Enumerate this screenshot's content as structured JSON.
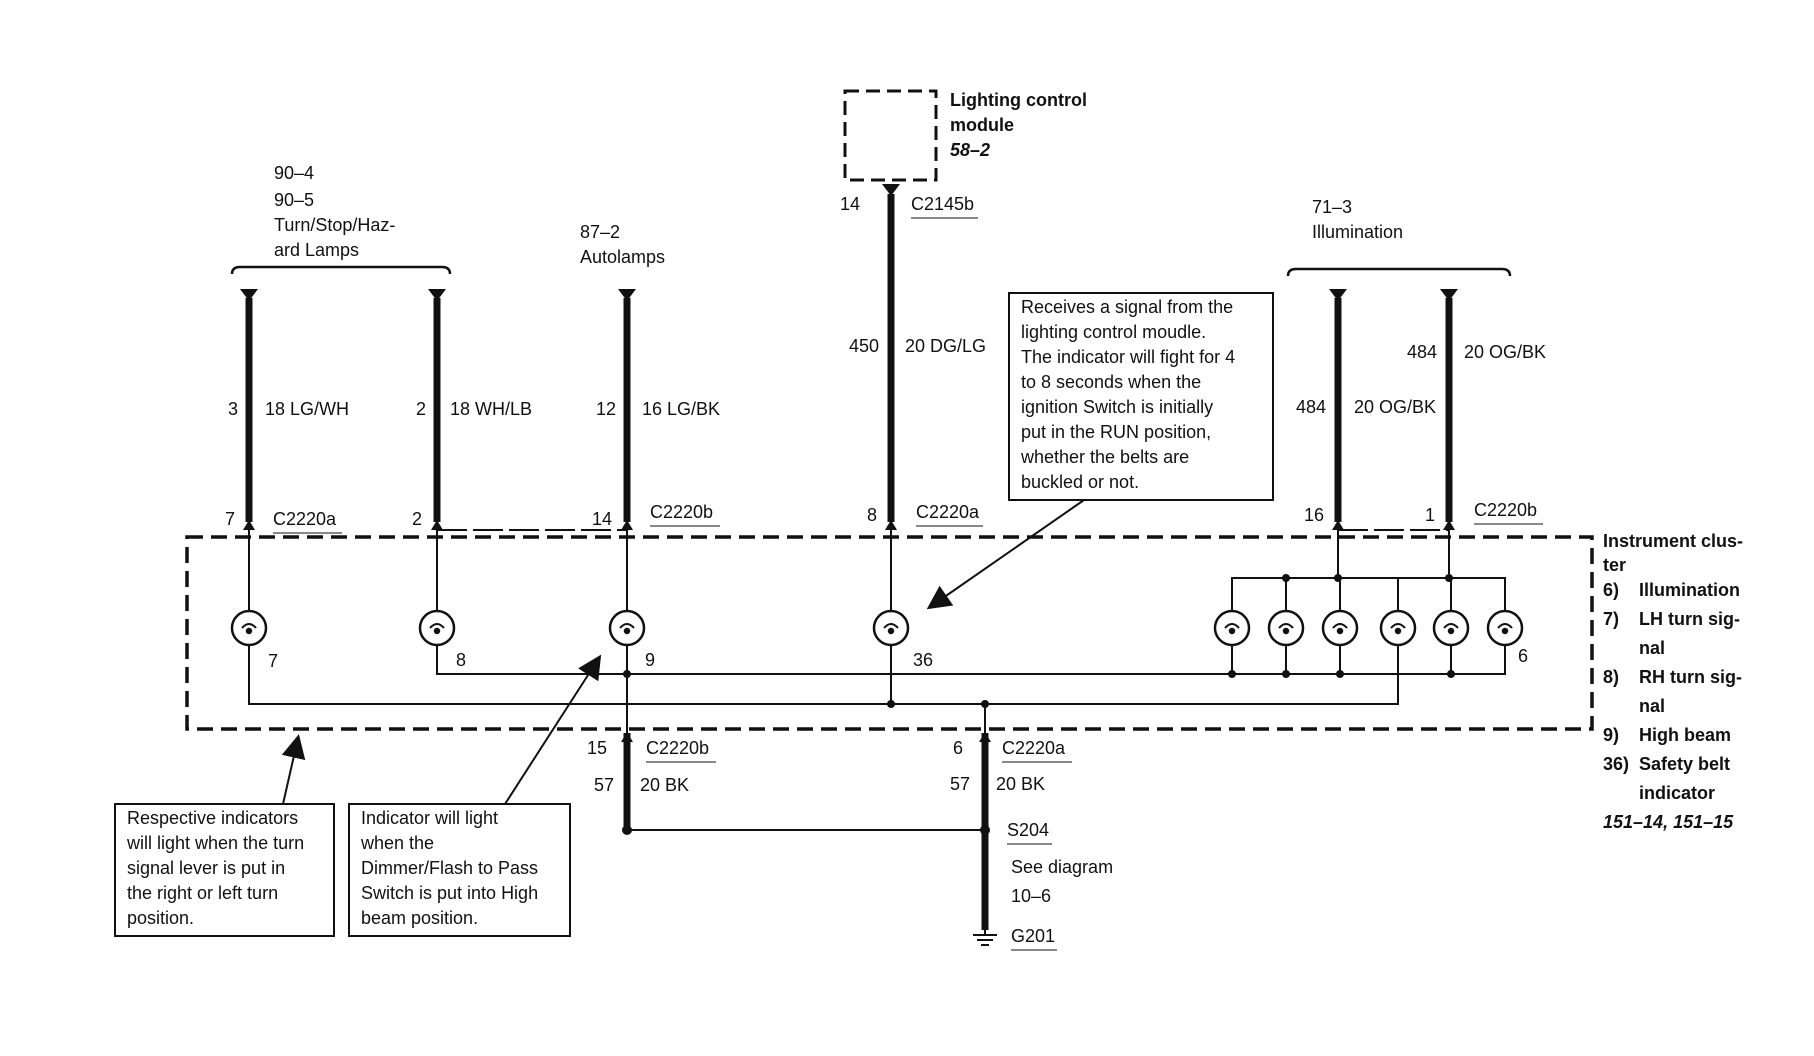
{
  "top_groups": {
    "turn_lamps": {
      "ref1": "90–4",
      "ref2": "90–5",
      "line1": "Turn/Stop/Haz-",
      "line2": "ard Lamps"
    },
    "autolamps": {
      "ref": "87–2",
      "label": "Autolamps"
    },
    "illumination": {
      "ref": "71–3",
      "label": "Illumination"
    }
  },
  "lighting_module": {
    "line1": "Lighting control",
    "line2": "module",
    "ref": "58–2"
  },
  "wires": [
    {
      "circuit": "3",
      "spec": "18 LG/WH",
      "pin": "7",
      "connector": "C2220a"
    },
    {
      "circuit": "2",
      "spec": "18 WH/LB",
      "pin": "2",
      "connector": ""
    },
    {
      "circuit": "12",
      "spec": "16 LG/BK",
      "pin": "14",
      "connector": "C2220b"
    },
    {
      "circuit": "450",
      "spec": "20 DG/LG",
      "pin": "8",
      "connector": "C2220a",
      "top_pin": "14",
      "top_connector": "C2145b"
    },
    {
      "circuit": "484",
      "spec": "20 OG/BK",
      "pin": "16",
      "connector": ""
    },
    {
      "circuit": "484",
      "spec": "20 OG/BK",
      "pin": "1",
      "connector": "C2220b"
    }
  ],
  "bulb_labels": {
    "b7": "7",
    "b8": "8",
    "b9": "9",
    "b36": "36",
    "b6": "6"
  },
  "ground_wires": [
    {
      "pin": "15",
      "connector": "C2220b",
      "circuit": "57",
      "spec": "20 BK"
    },
    {
      "pin": "6",
      "connector": "C2220a",
      "circuit": "57",
      "spec": "20 BK"
    }
  ],
  "splice": {
    "id": "S204",
    "see1": "See diagram",
    "see2": "10–6",
    "ground": "G201"
  },
  "cluster_legend": {
    "title1": "Instrument clus-",
    "title2": "ter",
    "items": [
      {
        "num": "6)",
        "l1": "Illumination",
        "l2": ""
      },
      {
        "num": "7)",
        "l1": "LH turn sig-",
        "l2": "nal"
      },
      {
        "num": "8)",
        "l1": "RH turn sig-",
        "l2": "nal"
      },
      {
        "num": "9)",
        "l1": "High beam",
        "l2": ""
      },
      {
        "num": "36)",
        "l1": "Safety belt",
        "l2": "indicator"
      }
    ],
    "refs": "151–14, 151–15"
  },
  "notes": {
    "safety": [
      "Receives a signal from the",
      "lighting control moudle.",
      "The indicator will fight for 4",
      "to 8 seconds when the",
      "ignition Switch is initially",
      "put in the RUN position,",
      "whether the belts are",
      "buckled or not."
    ],
    "turn": [
      "Respective indicators",
      "will light when the turn",
      "signal lever is put in",
      "the right or left turn",
      "position."
    ],
    "highbeam": [
      "Indicator will light",
      "when the",
      "Dimmer/Flash to Pass",
      "Switch is put into High",
      "beam position."
    ]
  }
}
